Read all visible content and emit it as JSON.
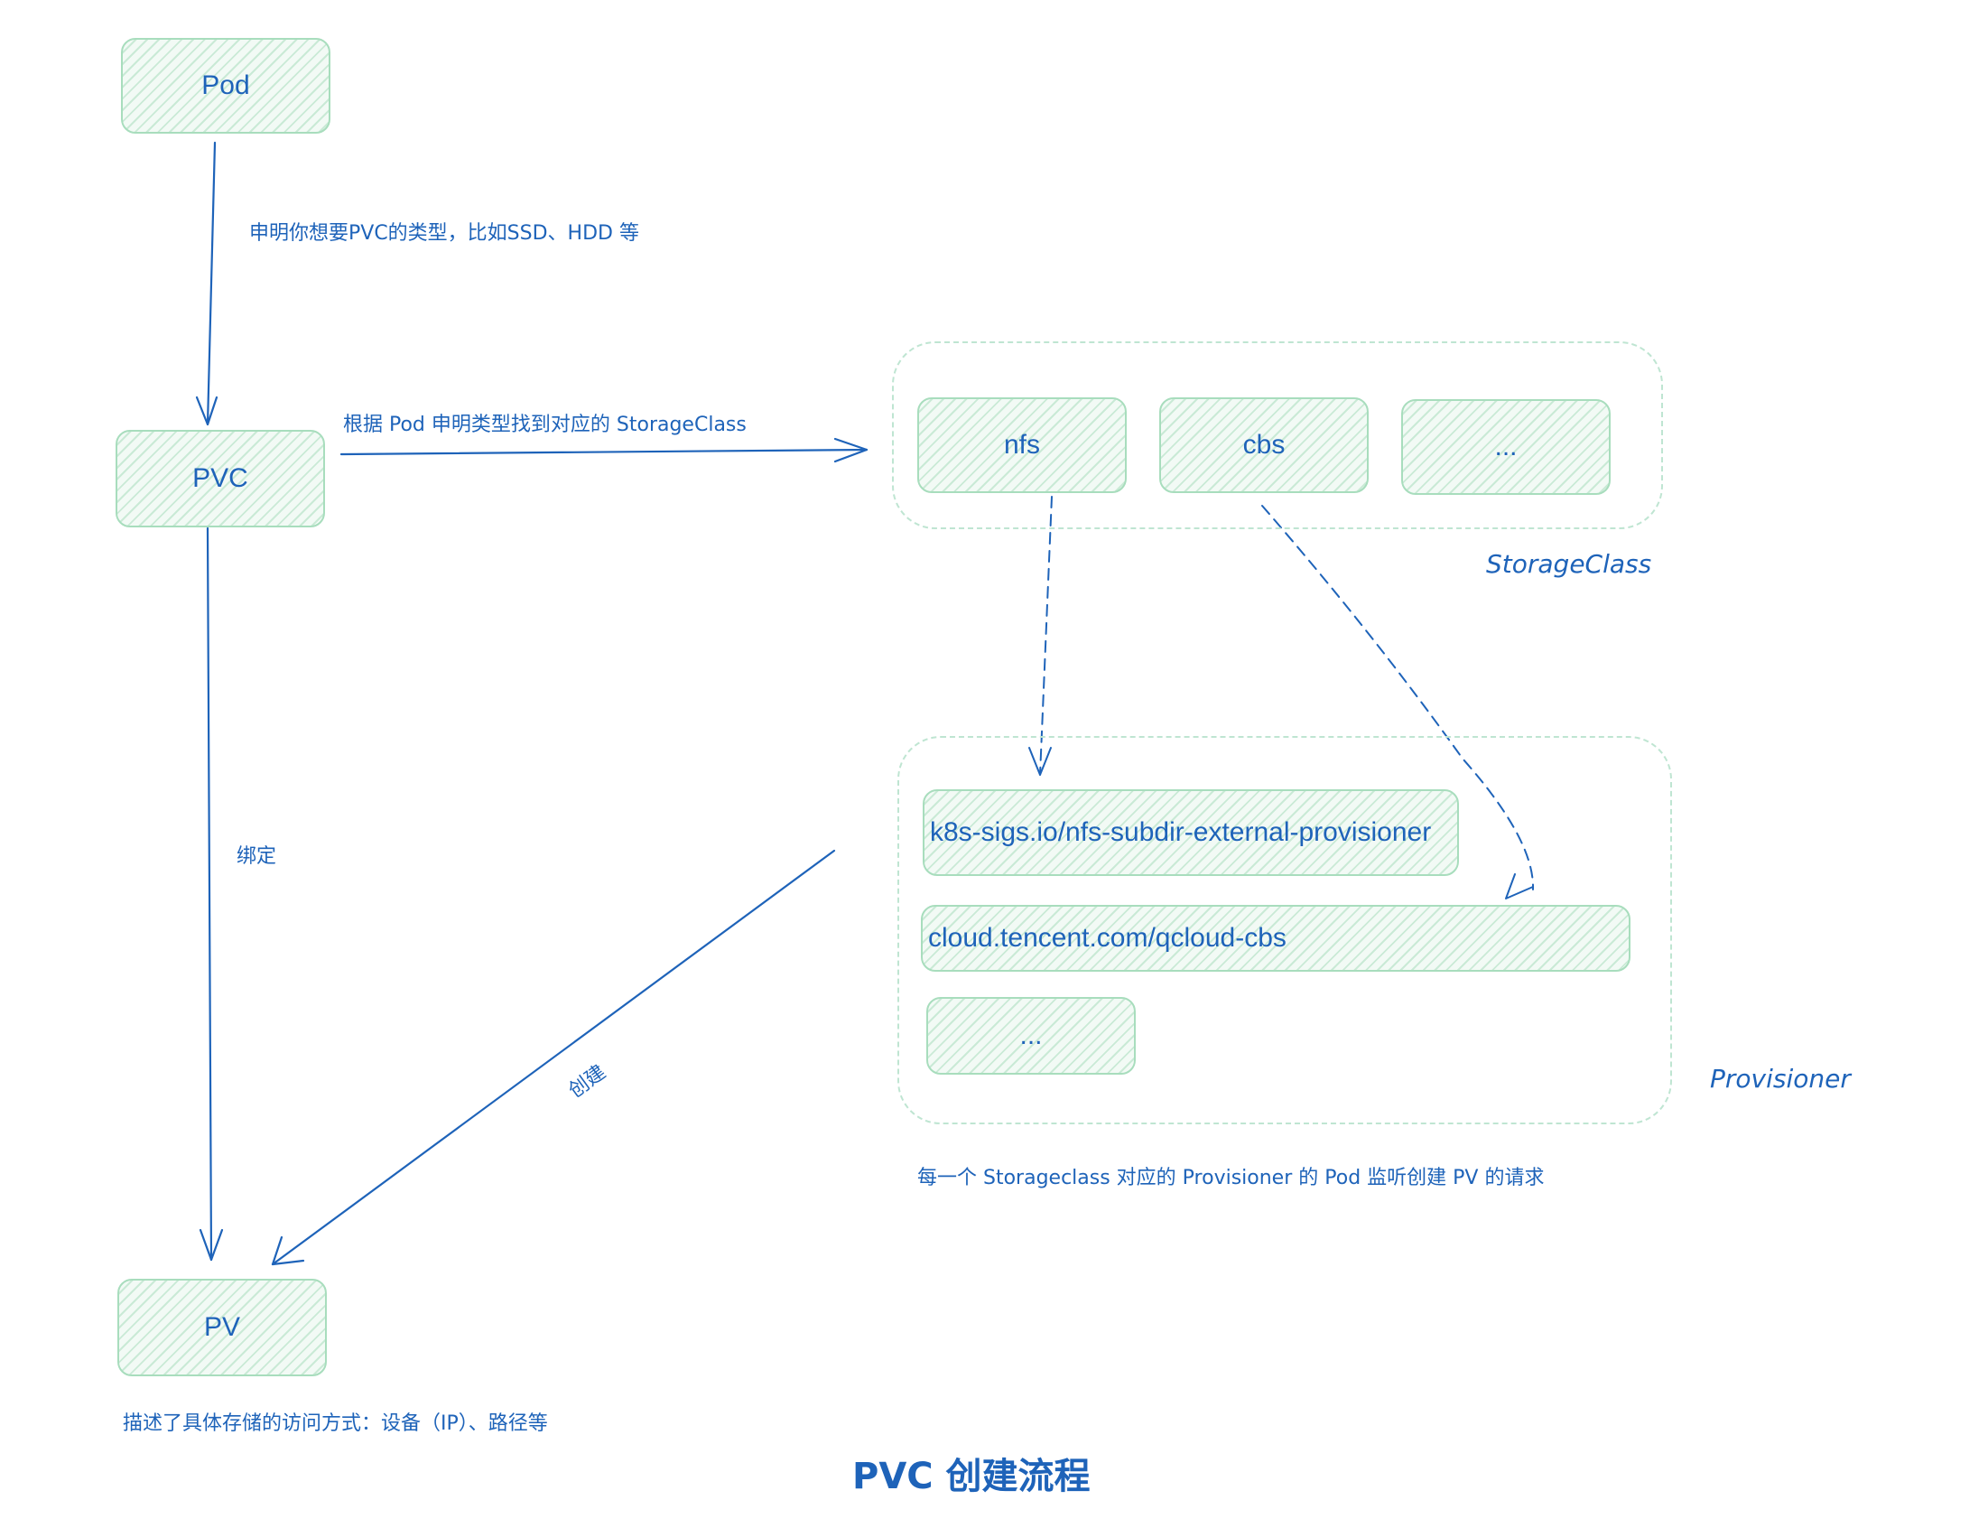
{
  "colors": {
    "text": "#1e63b9",
    "node_border": "#a8ddbd",
    "node_fill": "#f2faf5",
    "group_border": "#bfe5d2"
  },
  "nodes": {
    "pod": "Pod",
    "pvc": "PVC",
    "pv": "PV",
    "sc_nfs": "nfs",
    "sc_cbs": "cbs",
    "sc_more": "...",
    "prov_nfs": "k8s-sigs.io/nfs-subdir-external-provisioner",
    "prov_cbs": "cloud.tencent.com/qcloud-cbs",
    "prov_more": "..."
  },
  "groups": {
    "storageclass_label": "StorageClass",
    "provisioner_label": "Provisioner"
  },
  "edges": {
    "pod_to_pvc": "申明你想要PVC的类型，比如SSD、HDD 等",
    "pvc_to_sc": "根据 Pod 申明类型找到对应的 StorageClass",
    "pvc_to_pv": "绑定",
    "prov_to_pv": "创建"
  },
  "notes": {
    "provisioner_note": "每一个 Storageclass 对应的 Provisioner 的 Pod 监听创建 PV 的请求",
    "pv_note": "描述了具体存储的访问方式：设备（IP）、路径等"
  },
  "title": "PVC 创建流程"
}
